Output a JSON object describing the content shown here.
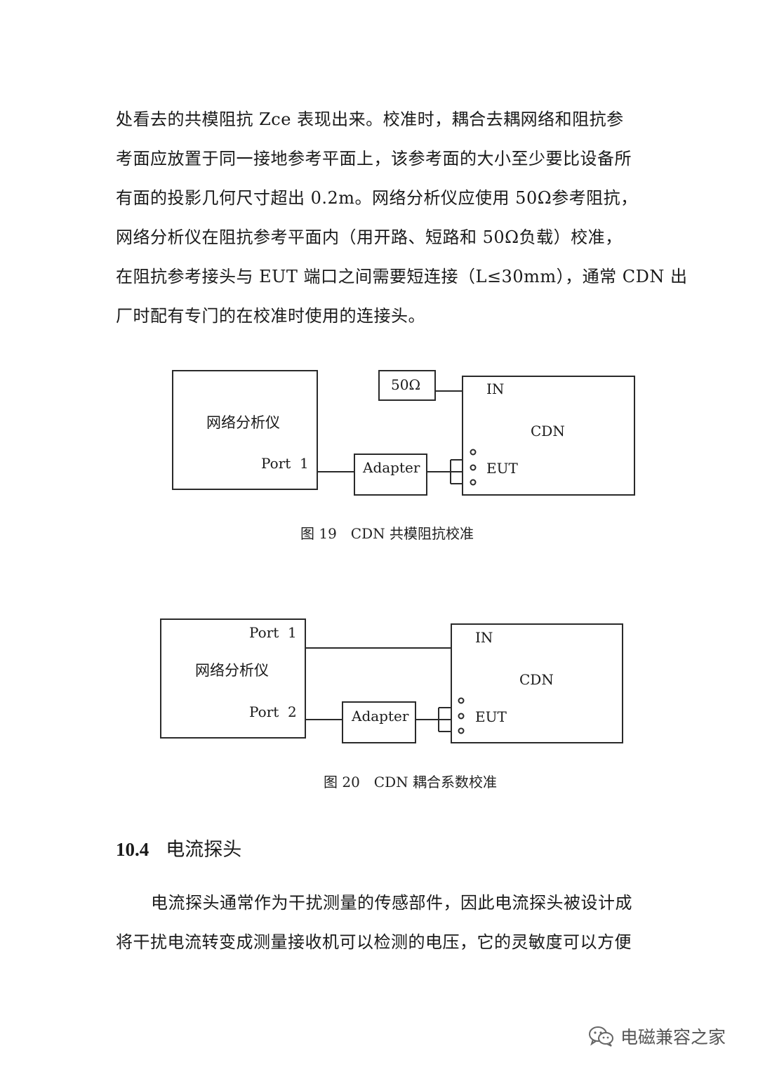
{
  "body_lines": [
    "处看去的共模阻抗 Zce 表现出来。校准时，耦合去耦网络和阻抗参",
    "考面应放置于同一接地参考平面上，该参考面的大小至少要比设备所",
    "有面的投影几何尺寸超出 0.2m。网络分析仪应使用 50Ω参考阻抗，",
    "网络分析仪在阻抗参考平面内（用开路、短路和 50Ω负载）校准，",
    "在阻抗参考接头与 EUT 端口之间需要短连接（L≤30mm），通常 CDN 出",
    "厂时配有专门的在校准时使用的连接头。"
  ],
  "figure19": {
    "analyzer_label": "网络分析仪",
    "port1_label": "Port  1",
    "load_label": "50Ω",
    "adapter_label": "Adapter",
    "cdn_label": "CDN",
    "in_label": "IN",
    "eut_label": "EUT",
    "caption": "图 19　CDN 共模阻抗校准"
  },
  "figure20": {
    "analyzer_label": "网络分析仪",
    "port1_label": "Port  1",
    "port2_label": "Port  2",
    "adapter_label": "Adapter",
    "cdn_label": "CDN",
    "in_label": "IN",
    "eut_label": "EUT",
    "caption": "图 20　CDN 耦合系数校准"
  },
  "section": {
    "number": "10.4",
    "title": "电流探头"
  },
  "section_lines": [
    "电流探头通常作为干扰测量的传感部件，因此电流探头被设计成",
    "将干扰电流转变成测量接收机可以检测的电压，它的灵敏度可以方便"
  ],
  "watermark": {
    "text": "电磁兼容之家",
    "icon": "wechat-icon"
  }
}
